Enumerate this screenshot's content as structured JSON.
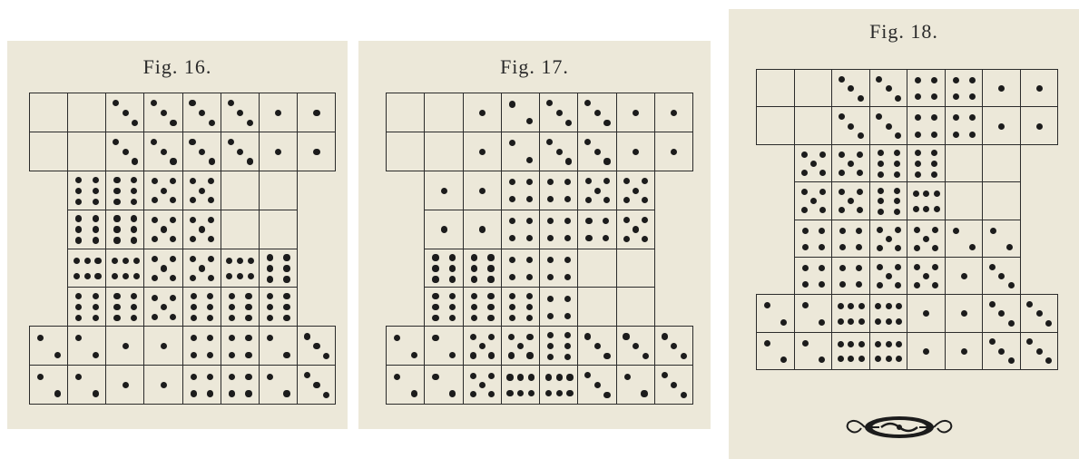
{
  "colors": {
    "paper": "#ece8d9",
    "ink": "#1c1c1c",
    "background": "#ffffff"
  },
  "figures": [
    {
      "title": "Fig. 16.",
      "rows": [
        [
          "_",
          "_",
          "3",
          "3",
          "3",
          "3",
          "1",
          "1"
        ],
        [
          "_",
          "_",
          "3",
          "3",
          "3",
          "3",
          "1",
          "1"
        ],
        [
          "x",
          "6",
          "6",
          "5",
          "5",
          "_",
          "_",
          "x"
        ],
        [
          "x",
          "6",
          "6",
          "5",
          "5",
          "_",
          "_",
          "x"
        ],
        [
          "x",
          "6L",
          "6L",
          "5",
          "5",
          "6L",
          "6",
          "x"
        ],
        [
          "x",
          "6",
          "6",
          "5",
          "6",
          "6",
          "6",
          "x"
        ],
        [
          "2",
          "2",
          "1",
          "1",
          "4",
          "4",
          "2",
          "3"
        ],
        [
          "2",
          "2",
          "1",
          "1",
          "4",
          "4",
          "2",
          "3"
        ]
      ]
    },
    {
      "title": "Fig. 17.",
      "rows": [
        [
          "_",
          "_",
          "1",
          "2",
          "3",
          "3",
          "1",
          "1"
        ],
        [
          "_",
          "_",
          "1",
          "2",
          "3",
          "3",
          "1",
          "1"
        ],
        [
          "x",
          "1",
          "1",
          "4",
          "4",
          "5",
          "5",
          "x"
        ],
        [
          "x",
          "1",
          "1",
          "4",
          "4",
          "4",
          "5",
          "x"
        ],
        [
          "x",
          "6",
          "6",
          "4",
          "4",
          "_",
          "_",
          "x"
        ],
        [
          "x",
          "6",
          "6",
          "6",
          "4",
          "_",
          "_",
          "x"
        ],
        [
          "2",
          "2",
          "5",
          "5",
          "6",
          "3",
          "3",
          "3"
        ],
        [
          "2",
          "2",
          "5",
          "6L",
          "6L",
          "3",
          "2",
          "3"
        ]
      ]
    },
    {
      "title": "Fig. 18.",
      "rows": [
        [
          "_",
          "_",
          "3",
          "3",
          "4",
          "4",
          "1",
          "1"
        ],
        [
          "_",
          "_",
          "3",
          "3",
          "4",
          "4",
          "1",
          "1"
        ],
        [
          "x",
          "5",
          "5",
          "6",
          "6",
          "_",
          "_",
          "x"
        ],
        [
          "x",
          "5",
          "5",
          "6",
          "6L",
          "_",
          "_",
          "x"
        ],
        [
          "x",
          "4",
          "4",
          "5",
          "5",
          "2",
          "2",
          "x"
        ],
        [
          "x",
          "4",
          "4",
          "5",
          "5",
          "1",
          "3",
          "x"
        ],
        [
          "2",
          "2",
          "6L",
          "6L",
          "1",
          "1",
          "3",
          "3"
        ],
        [
          "2",
          "2",
          "6L",
          "6L",
          "1",
          "1",
          "3",
          "3"
        ]
      ]
    }
  ],
  "ornament_icon": "scroll-ornament-icon"
}
